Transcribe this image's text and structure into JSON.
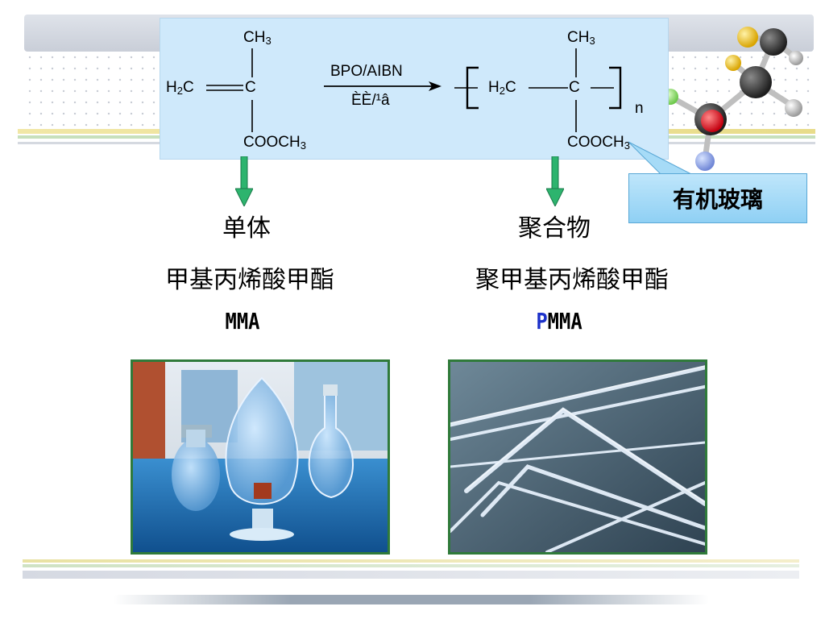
{
  "reaction": {
    "monomer": {
      "top_group": "CH3",
      "left_group": "H2C",
      "center_atom": "C",
      "bottom_group": "COOCH3"
    },
    "conditions": {
      "above_arrow": "BPO/AIBN",
      "below_arrow": "ÈÈ/¹â"
    },
    "polymer": {
      "top_group": "CH3",
      "left_group": "H2C",
      "center_atom": "C",
      "bottom_group": "COOCH3",
      "repeat": "n"
    }
  },
  "callout": {
    "text": "有机玻璃"
  },
  "left_column": {
    "category": "单体",
    "name": "甲基丙烯酸甲酯",
    "abbreviation": "MMA"
  },
  "right_column": {
    "category": "聚合物",
    "name": "聚甲基丙烯酸甲酯",
    "abbreviation_prefix": "P",
    "abbreviation_rest": "MMA"
  },
  "colors": {
    "panel_fill": "#cfe9fb",
    "callout_fill": "#8fd0f4",
    "arrow_green": "#2db46e",
    "highlight_blue": "#1c31c9",
    "photo_border": "#2f7a3a"
  },
  "images": {
    "left_photo": "glassware-with-liquid-photo",
    "right_photo": "acrylic-rods-photo",
    "decoration": "ball-and-stick-molecule-model"
  }
}
